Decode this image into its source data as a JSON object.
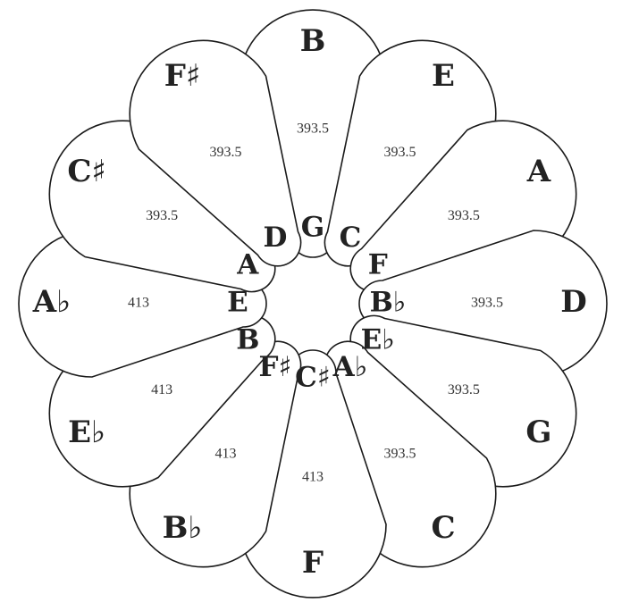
{
  "petals": [
    {
      "outer": "B",
      "value": "393.5",
      "inner": "G"
    },
    {
      "outer": "E",
      "value": "393.5",
      "inner": "C"
    },
    {
      "outer": "A",
      "value": "393.5",
      "inner": "F"
    },
    {
      "outer": "D",
      "value": "393.5",
      "inner": "B♭"
    },
    {
      "outer": "G",
      "value": "393.5",
      "inner": "E♭"
    },
    {
      "outer": "C",
      "value": "393.5",
      "inner": "A♭"
    },
    {
      "outer": "F",
      "value": "413",
      "inner": "C♯"
    },
    {
      "outer": "B♭",
      "value": "413",
      "inner": "F♯"
    },
    {
      "outer": "E♭",
      "value": "413",
      "inner": "B"
    },
    {
      "outer": "A♭",
      "value": "413",
      "inner": "E"
    },
    {
      "outer": "C♯",
      "value": "393.5",
      "inner": "A"
    },
    {
      "outer": "F♯",
      "value": "393.5",
      "inner": "D"
    }
  ]
}
